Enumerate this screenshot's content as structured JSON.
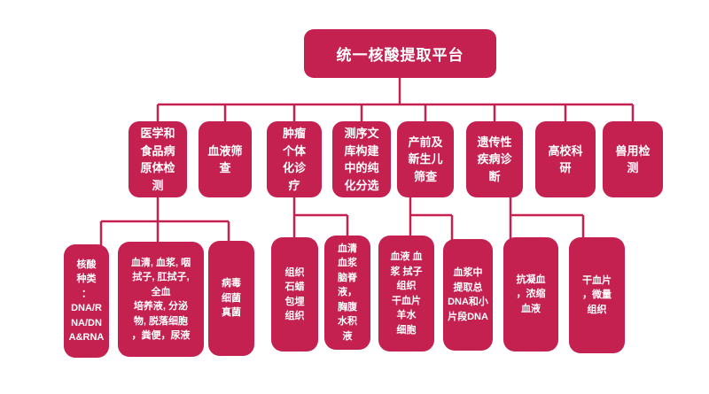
{
  "colors": {
    "primary": "#C42151",
    "text_on_primary": "#FFFFFF",
    "background": "#FFFFFF"
  },
  "diagram": {
    "type": "flowchart-tree",
    "title": {
      "label": "统一核酸提取平台"
    },
    "branches": [
      {
        "label": "医学和食品病原体检测",
        "display": "医学和\n食品病\n原体检\n测"
      },
      {
        "label": "血液筛查",
        "display": "血液筛\n查"
      },
      {
        "label": "肿瘤个体化诊疗",
        "display": "肿瘤\n个体\n化诊\n疗"
      },
      {
        "label": "测序文库构建中的纯化分选",
        "display": "测序文\n库构建\n中的纯\n化分选"
      },
      {
        "label": "产前及新生儿筛查",
        "display": "产前及\n新生儿\n筛查"
      },
      {
        "label": "遗传性疾病诊断",
        "display": "遗传性\n疾病诊\n断"
      },
      {
        "label": "高校科研",
        "display": "高校科\n研"
      },
      {
        "label": "兽用检测",
        "display": "兽用检\n测"
      }
    ],
    "leaves": [
      {
        "parent": "医学和食品病原体检测",
        "label": "核酸种类：DNA/RNA/DNA&RNA",
        "display": "核酸\n种类\n：\nDNA/R\nNA/DN\nA&RNA"
      },
      {
        "parent": "医学和食品病原体检测",
        "label": "血清, 血浆, 咽拭子, 肛拭子, 全血 培养液, 分泌物, 脱落细胞，粪便，尿液",
        "display": "血清, 血浆, 咽\n拭子, 肛拭子,\n全血\n培养液, 分泌\n物, 脱落细胞\n，粪便，尿液"
      },
      {
        "parent": "医学和食品病原体检测",
        "label": "病毒细菌真菌",
        "display": "病毒\n细菌\n真菌"
      },
      {
        "parent": "肿瘤个体化诊疗",
        "label": "组织石蜡包埋组织",
        "display": "组织\n石蜡\n包埋\n组织"
      },
      {
        "parent": "肿瘤个体化诊疗",
        "label": "血清血浆脑脊液，胸腹水积液",
        "display": "血清\n血浆\n脑脊\n液，\n胸腹\n水积\n液"
      },
      {
        "parent": "产前及新生儿筛查",
        "label": "血液 血浆 拭子 组织 干血片 羊水细胞",
        "display": "血液 血\n浆 拭子\n组织\n干血片\n羊水\n细胞"
      },
      {
        "parent": "产前及新生儿筛查",
        "label": "血浆中提取总DNA和小片段DNA",
        "display": "血浆中\n提取总\nDNA和小\n片段DNA"
      },
      {
        "parent": "遗传性疾病诊断",
        "label": "抗凝血，浓缩血液",
        "display": "抗凝血\n，浓缩\n血液"
      },
      {
        "parent": "遗传性疾病诊断",
        "label": "干血片，微量组织",
        "display": "干血片\n，微量\n组织"
      }
    ]
  }
}
